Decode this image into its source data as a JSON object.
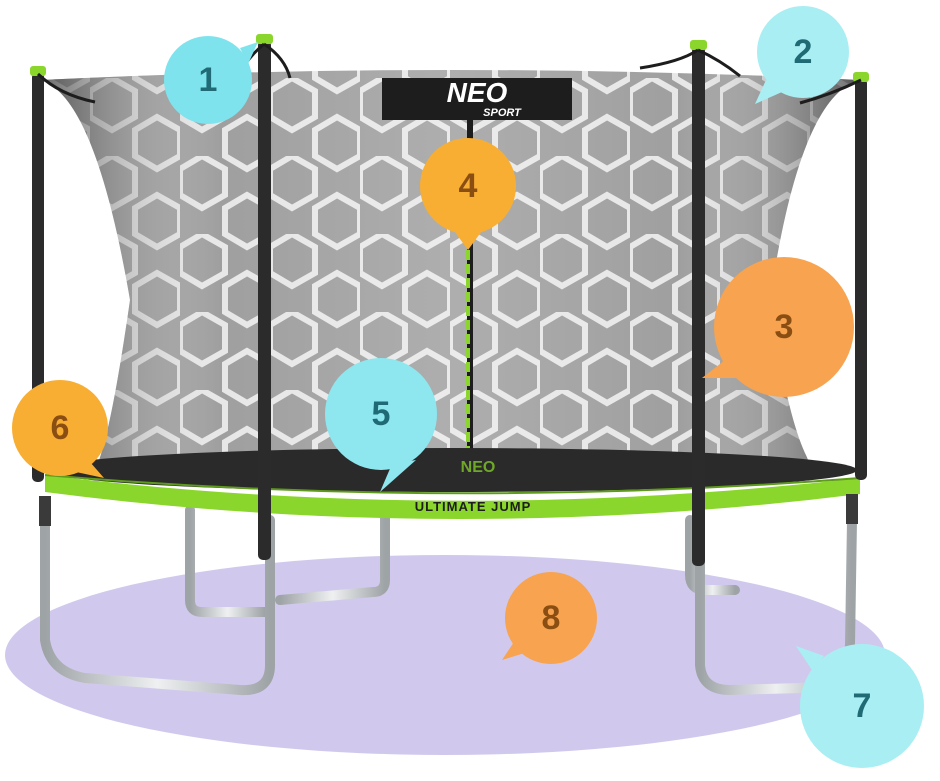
{
  "product": {
    "net_logo_main": "NEO",
    "net_logo_sub": "SPORT",
    "pad_text": "ULTIMATE JUMP",
    "mat_logo": "NEO"
  },
  "callouts": [
    {
      "label": "1",
      "color": "#7fe3ee"
    },
    {
      "label": "2",
      "color": "#a9eef3"
    },
    {
      "label": "3",
      "color": "#f7a350"
    },
    {
      "label": "4",
      "color": "#f8ae33"
    },
    {
      "label": "5",
      "color": "#8ee6ef"
    },
    {
      "label": "6",
      "color": "#f8ae33"
    },
    {
      "label": "7",
      "color": "#a9eef3"
    },
    {
      "label": "8",
      "color": "#f7a350"
    }
  ],
  "colors": {
    "accent_green": "#8bd62c",
    "frame_steel": "#c9cdd0",
    "net_dark": "#3a3a3a",
    "shadow_purple": "#c8c0ea",
    "number_text": "#1f6a74",
    "number_text_orange": "#8a4e12"
  }
}
